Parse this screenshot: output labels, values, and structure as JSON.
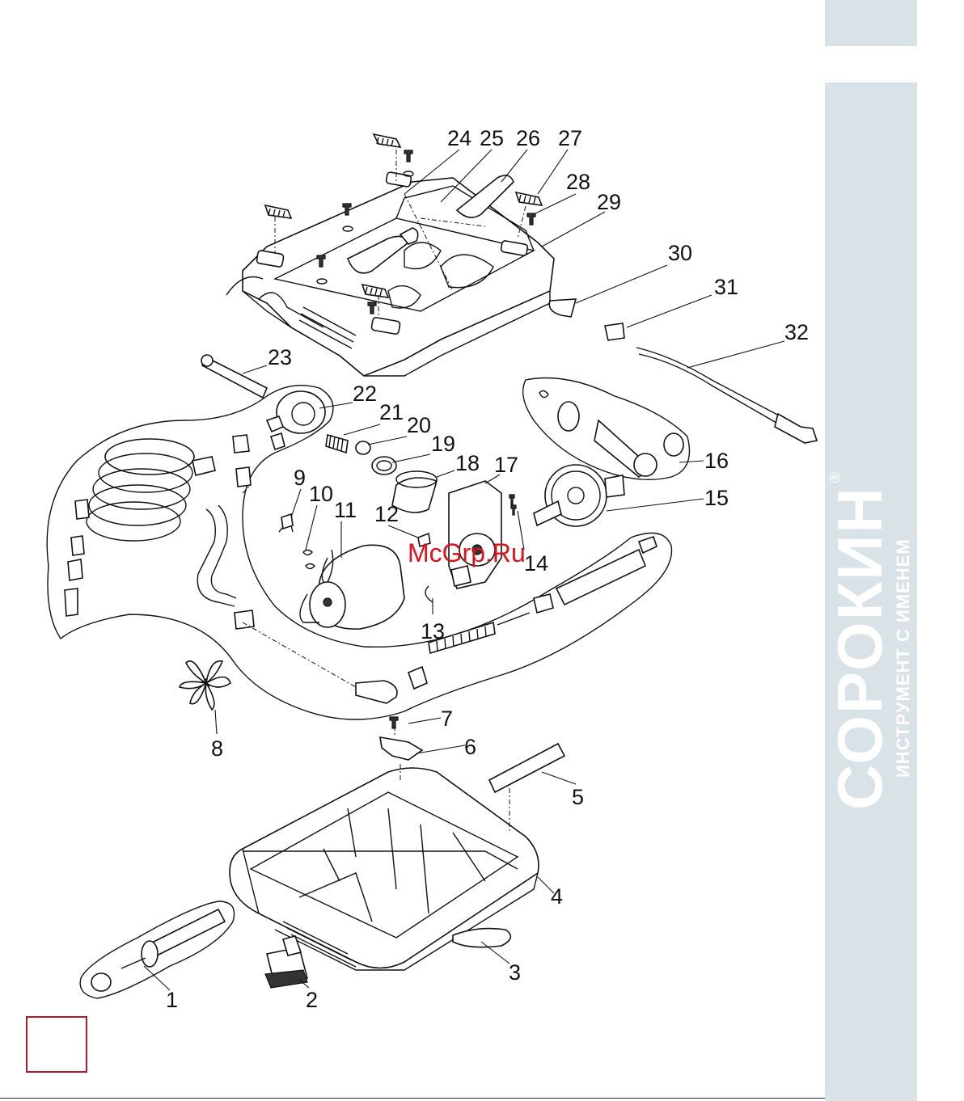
{
  "brand": {
    "name": "СОРОКИН",
    "registered_mark": "®",
    "tagline": "ИНСТРУМЕНТ С ИМЕНЕМ",
    "color": "#d9e2e6"
  },
  "watermark": {
    "text": "McGrp.Ru",
    "color": "#d9141c"
  },
  "page_number_box": {
    "text": ""
  },
  "part_labels": [
    "1",
    "2",
    "3",
    "4",
    "5",
    "6",
    "7",
    "8",
    "9",
    "10",
    "11",
    "12",
    "13",
    "14",
    "15",
    "16",
    "17",
    "18",
    "19",
    "20",
    "21",
    "22",
    "23",
    "24",
    "25",
    "26",
    "27",
    "28",
    "29",
    "30",
    "31",
    "32"
  ]
}
